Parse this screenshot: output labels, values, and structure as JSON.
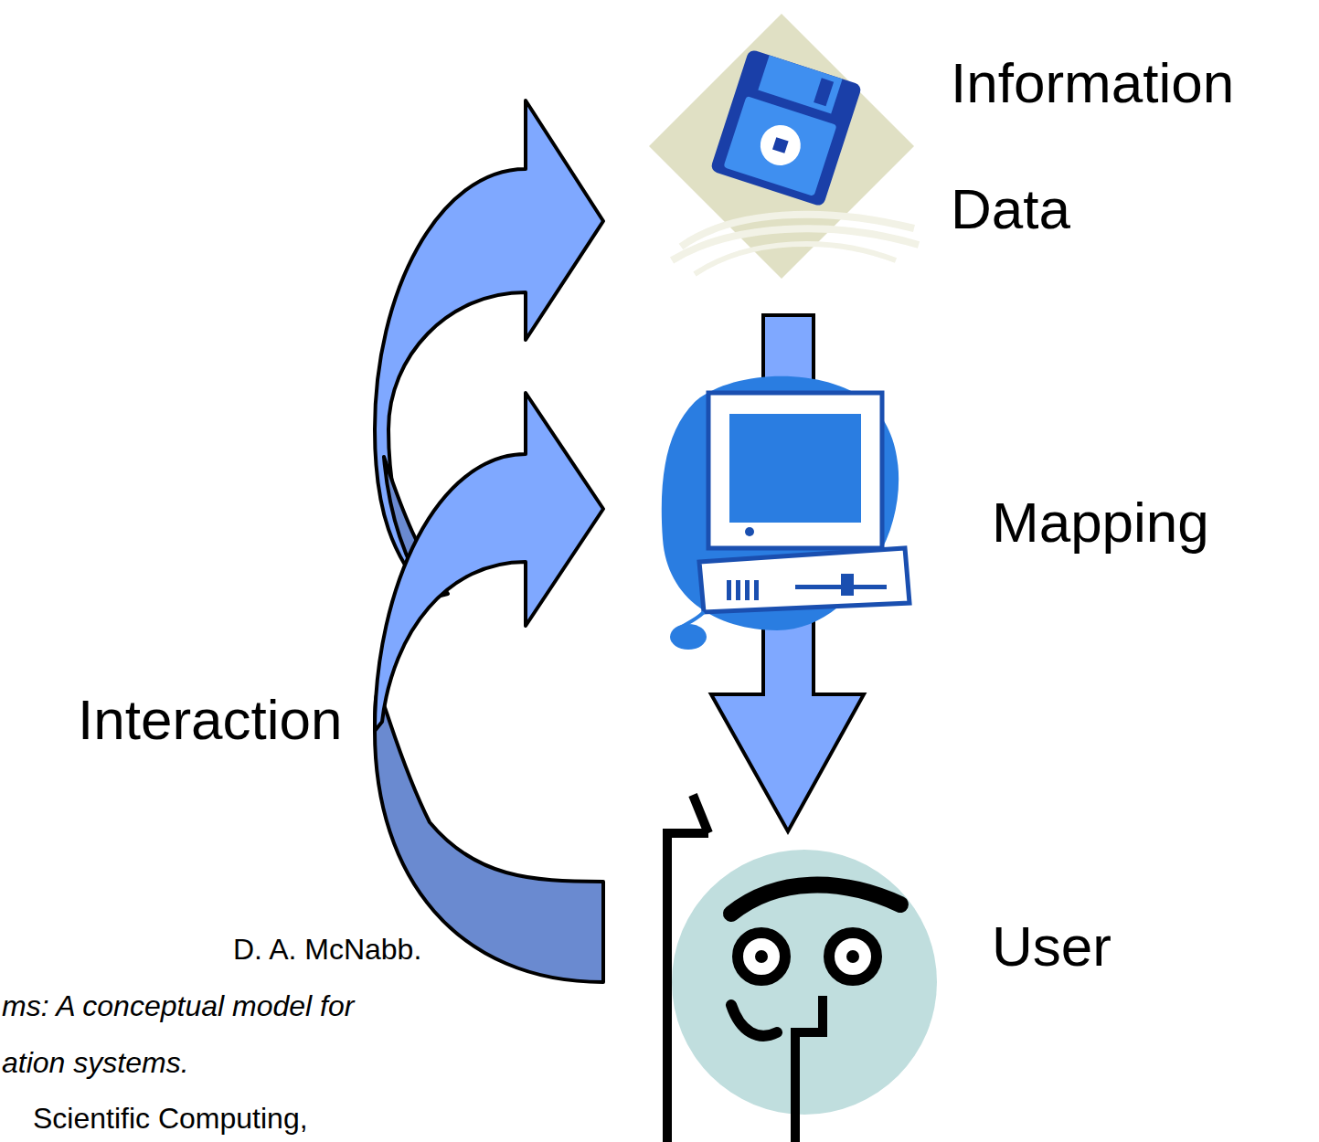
{
  "diagram": {
    "labels": [
      "Information Data",
      "Mapping",
      "Interaction",
      "User",
      "D. A. McNabb.",
      "ms: A conceptual model for",
      "ation systems.",
      "Scientific Computing,"
    ]
  }
}
